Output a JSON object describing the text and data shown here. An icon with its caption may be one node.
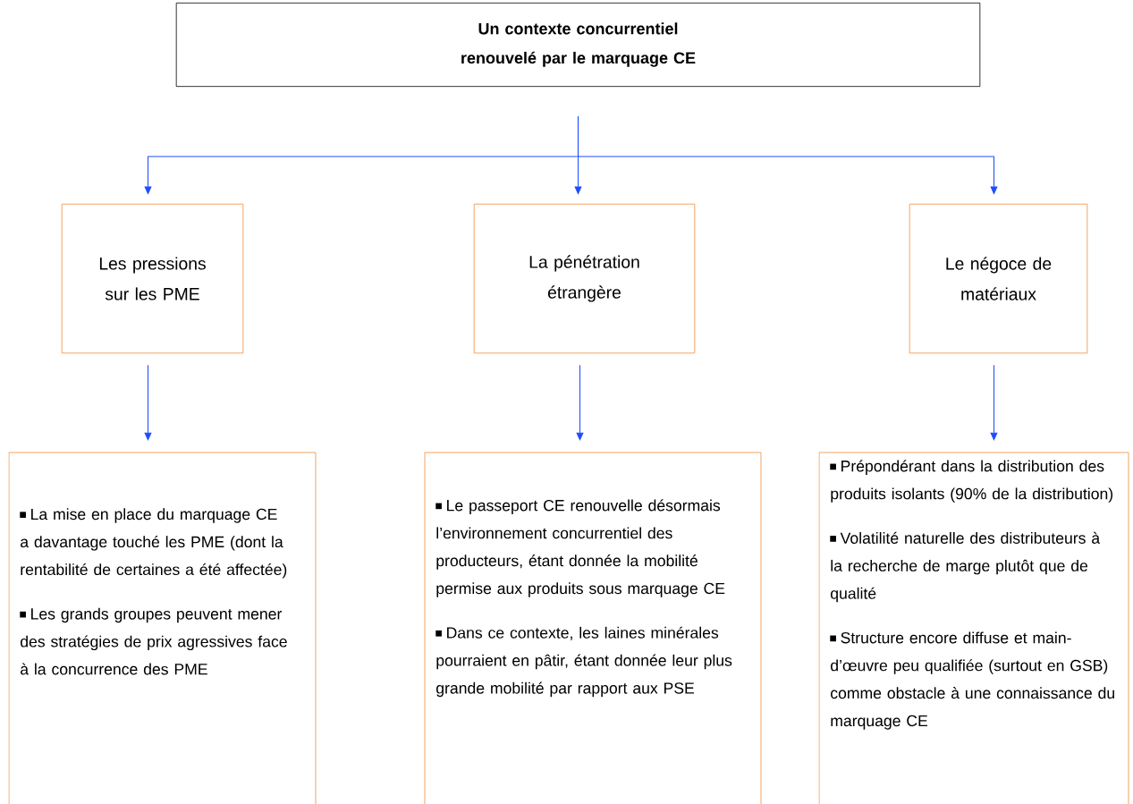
{
  "diagram": {
    "nodes": [
      {
        "text": [
          "Un contexte concurrentiel renouvelé par le marquage CE"
        ]
      },
      {
        "text": [
          "Les pressions sur les PME"
        ]
      },
      {
        "text": [
          "La pénétration étrangère"
        ]
      },
      {
        "text": [
          "Le négoce de matériaux"
        ]
      },
      {
        "text": [
          "La mise en place du marquage CE a davantage touché les PME (dont la rentabilité de certaines a été affectée)",
          "Les grands groupes peuvent mener des stratégies de prix agressives face à la concurrence des PME"
        ]
      },
      {
        "text": [
          "Le passeport CE renouvelle désormais l’environnement concurrentiel des producteurs, étant donnée la mobilité permise aux produits sous marquage CE",
          "Dans ce contexte, les laines minérales pourraient en pâtir, étant donnée leur plus grande mobilité par rapport aux PSE"
        ]
      },
      {
        "text": [
          "Prépondérant dans la distribution des produits isolants (90% de la distribution)",
          "Volatilité naturelle des distributeurs à la recherche de marge plutôt que de qualité",
          "Structure encore diffuse et main-d’œuvre peu qualifiée (surtout en GSB) comme obstacle à une connaissance du marquage CE"
        ]
      }
    ],
    "edges": [
      {
        "from": 0,
        "to": 1,
        "arrow": "to"
      },
      {
        "from": 0,
        "to": 2,
        "arrow": "to"
      },
      {
        "from": 0,
        "to": 3,
        "arrow": "to"
      },
      {
        "from": 1,
        "to": 4,
        "arrow": "to"
      },
      {
        "from": 2,
        "to": 5,
        "arrow": "to"
      },
      {
        "from": 3,
        "to": 6,
        "arrow": "to"
      }
    ]
  }
}
